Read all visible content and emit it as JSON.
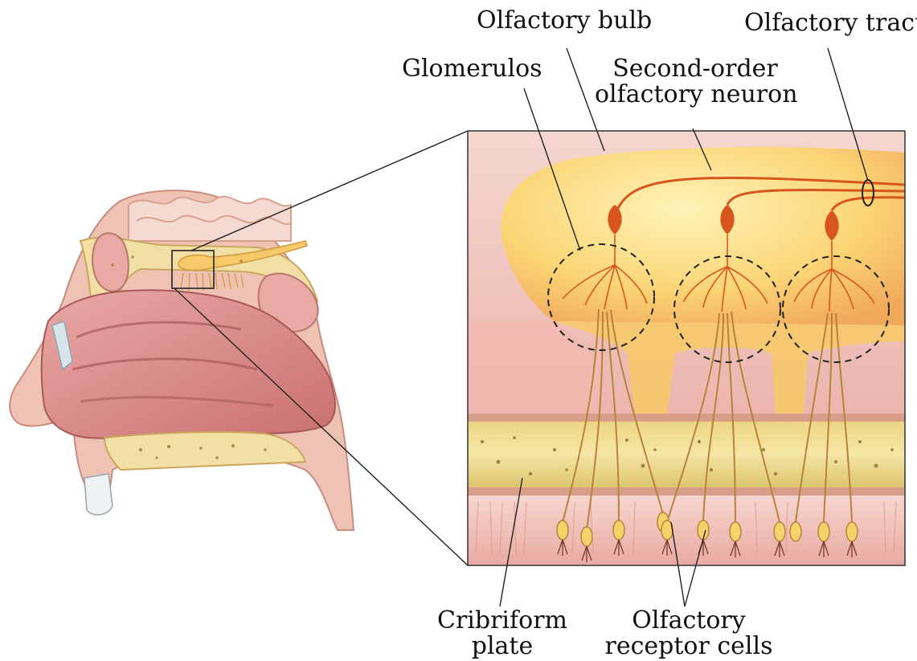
{
  "labels": {
    "olfactory_bulb": "Olfactory bulb",
    "olfactory_tract": "Olfactory tract",
    "glomerulos": "Glomerulos",
    "second_order_line1": "Second-order",
    "second_order_line2": "olfactory neuron",
    "cribriform_line1": "Cribriform",
    "cribriform_line2": "plate",
    "receptor_line1": "Olfactory",
    "receptor_line2": "receptor cells"
  },
  "colors": {
    "skin": "#dfa3a0",
    "bone": "#f2dfa6",
    "bulb": "#f6c96a",
    "neuron": "#d9551e",
    "tissue_pink": "#f0c7c0",
    "leader_line": "#222222"
  }
}
